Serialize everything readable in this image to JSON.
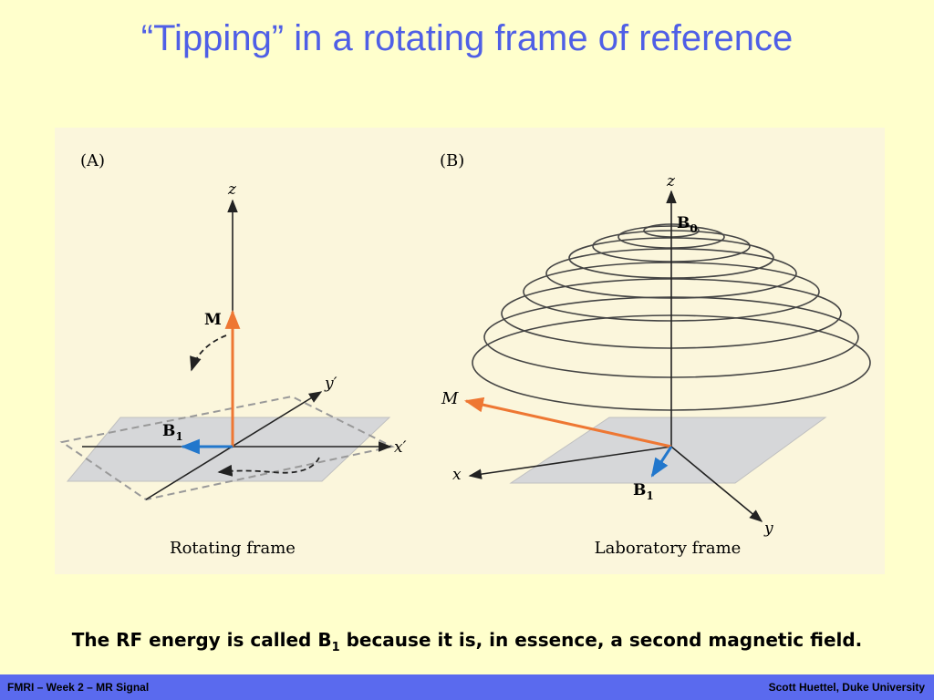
{
  "slide": {
    "title": "“Tipping” in a rotating frame of reference"
  },
  "panel_a": {
    "tag": "(A)",
    "z_label": "z",
    "m_label": "M",
    "b1_label": "B",
    "b1_sub": "1",
    "y_label": "y′",
    "x_label": "x′",
    "caption": "Rotating frame"
  },
  "panel_b": {
    "tag": "(B)",
    "z_label": "z",
    "b0_label": "B",
    "b0_sub": "0",
    "m_label": "M",
    "x_label": "x",
    "b1_label": "B",
    "b1_sub": "1",
    "y_label": "y",
    "caption": "Laboratory frame"
  },
  "caption": {
    "before": "The RF energy is called B",
    "sub": "1",
    "after": " because it is, in essence, a second magnetic field."
  },
  "footer": {
    "left": "FMRI – Week 2 – MR Signal",
    "right": "Scott Huettel, Duke University"
  },
  "colors": {
    "title": "#4f5fe6",
    "background": "#ffffcc",
    "footer_bar": "#5a6aee",
    "magnetization_vector": "#ee7733",
    "b1_vector": "#2277cc"
  }
}
